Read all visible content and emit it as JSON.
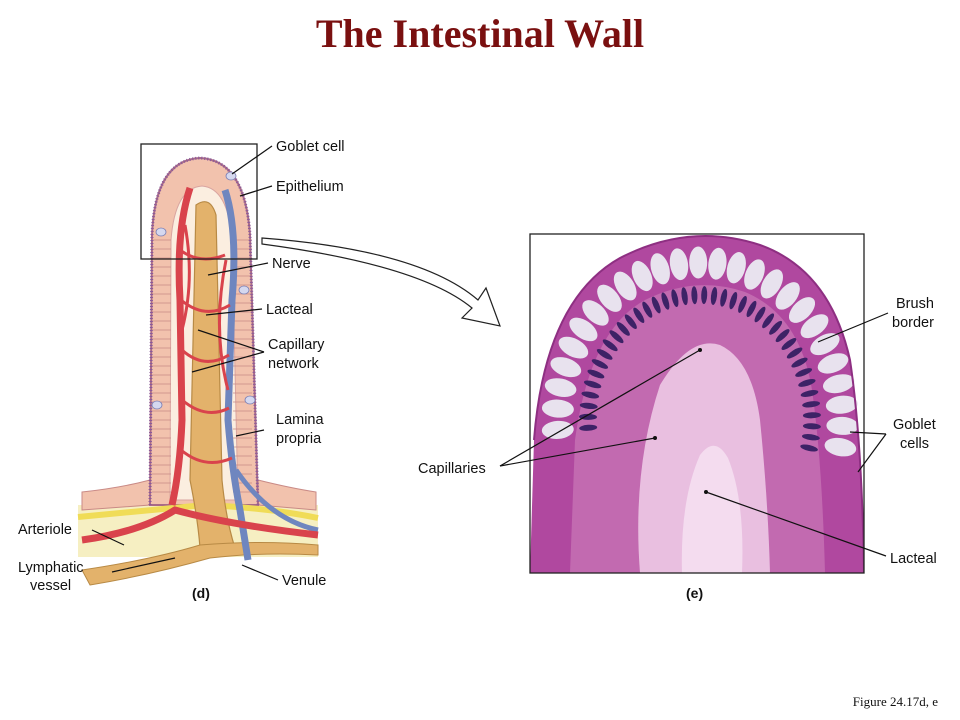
{
  "title": "The Intestinal Wall",
  "figure_ref": "Figure 24.17d, e",
  "panel_d": {
    "tag": "(d)",
    "labels": {
      "goblet_cell": "Goblet cell",
      "epithelium": "Epithelium",
      "nerve": "Nerve",
      "lacteal": "Lacteal",
      "capillary_1": "Capillary",
      "capillary_2": "network",
      "lamina_1": "Lamina",
      "lamina_2": "propria",
      "arteriole": "Arteriole",
      "lymphatic_1": "Lymphatic",
      "lymphatic_2": "vessel",
      "venule": "Venule"
    }
  },
  "panel_e": {
    "tag": "(e)",
    "labels": {
      "brush_1": "Brush",
      "brush_2": "border",
      "goblet_1": "Goblet",
      "goblet_2": "cells",
      "capillaries": "Capillaries",
      "lacteal": "Lacteal"
    }
  },
  "colors": {
    "title": "#7a1010",
    "epithelium": "#f2c2ad",
    "artery": "#d9434c",
    "vein": "#6f86bf",
    "lacteal": "#e3b26b",
    "nerve": "#f0dc57",
    "tissue": "#b0489f"
  }
}
